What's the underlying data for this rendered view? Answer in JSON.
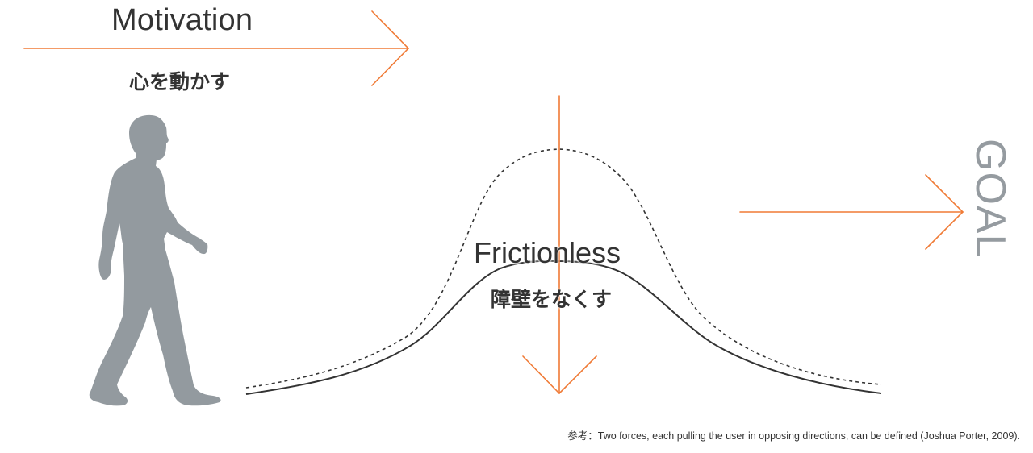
{
  "diagram": {
    "motivation": {
      "title": "Motivation",
      "subtitle": "心を動かす"
    },
    "friction": {
      "title": "Frictionless",
      "subtitle": "障壁をなくす"
    },
    "goal": {
      "label": "GOAL"
    },
    "caption": "参考：Two forces, each pulling the user in opposing directions, can be defined (Joshua Porter, 2009).",
    "icons": {
      "person": "walking-person-silhouette",
      "motivation_arrow": "arrow-right",
      "friction_arrow": "arrow-down",
      "goal_arrow": "arrow-right"
    },
    "curves": {
      "before": "dashed-bell-curve (high friction barrier)",
      "after": "solid-bell-curve (reduced friction barrier)"
    },
    "colors": {
      "accent": "#f07a35",
      "text": "#333333",
      "silhouette": "#939a9f",
      "goal": "#959ba0",
      "curve": "#333333"
    }
  }
}
